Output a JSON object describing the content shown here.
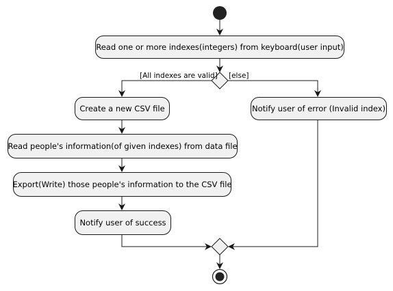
{
  "activities": {
    "read_indexes": "Read one or more indexes(integers) from keyboard(user input)",
    "create_csv": "Create a new CSV file",
    "read_info": "Read people's information(of given indexes) from data file",
    "export_info": "Export(Write) those people's information to the CSV file",
    "notify_success": "Notify user of success",
    "notify_error": "Notify user of error (Invalid index)"
  },
  "guards": {
    "valid": "[All indexes are valid]",
    "else": "[else]"
  },
  "colors": {
    "node_fill": "#f1f1f1",
    "stroke": "#181818",
    "start_fill": "#222222"
  }
}
